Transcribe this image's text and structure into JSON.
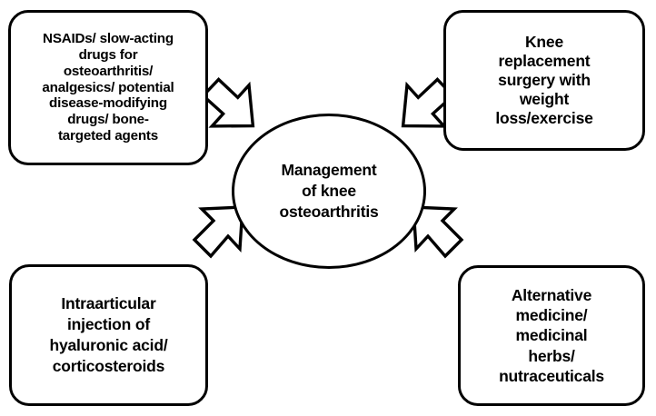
{
  "diagram": {
    "type": "hub-and-spoke",
    "title": "Management of knee osteoarthritis",
    "background_color": "#ffffff",
    "stroke_color": "#000000",
    "text_color": "#000000",
    "center": {
      "id": "center",
      "shape": "ellipse",
      "label": "Management\nof knee\nosteoarthritis"
    },
    "nodes": [
      {
        "id": "pharmacologic",
        "shape": "rounded-rectangle",
        "position": "top-left",
        "label": "NSAIDs/ slow-acting\ndrugs for\nosteoarthritis/\nanalgesics/ potential\ndisease-modifying\ndrugs/ bone-\ntargeted agents"
      },
      {
        "id": "surgery",
        "shape": "rounded-rectangle",
        "position": "top-right",
        "label": "Knee\nreplacement\nsurgery with\nweight\nloss/exercise"
      },
      {
        "id": "injection",
        "shape": "rounded-rectangle",
        "position": "bottom-left",
        "label": "Intraarticular\ninjection of\nhyaluronic acid/\ncorticosteroids"
      },
      {
        "id": "alternative",
        "shape": "rounded-rectangle",
        "position": "bottom-right",
        "label": "Alternative\nmedicine/\nmedicinal\nherbs/\nnutraceuticals"
      }
    ],
    "arrows": [
      {
        "id": "arrow-top-left",
        "from": "pharmacologic",
        "to": "center",
        "direction": "down-right"
      },
      {
        "id": "arrow-top-right",
        "from": "surgery",
        "to": "center",
        "direction": "down-left"
      },
      {
        "id": "arrow-bottom-left",
        "from": "injection",
        "to": "center",
        "direction": "up-right"
      },
      {
        "id": "arrow-bottom-right",
        "from": "alternative",
        "to": "center",
        "direction": "up-left"
      }
    ]
  }
}
